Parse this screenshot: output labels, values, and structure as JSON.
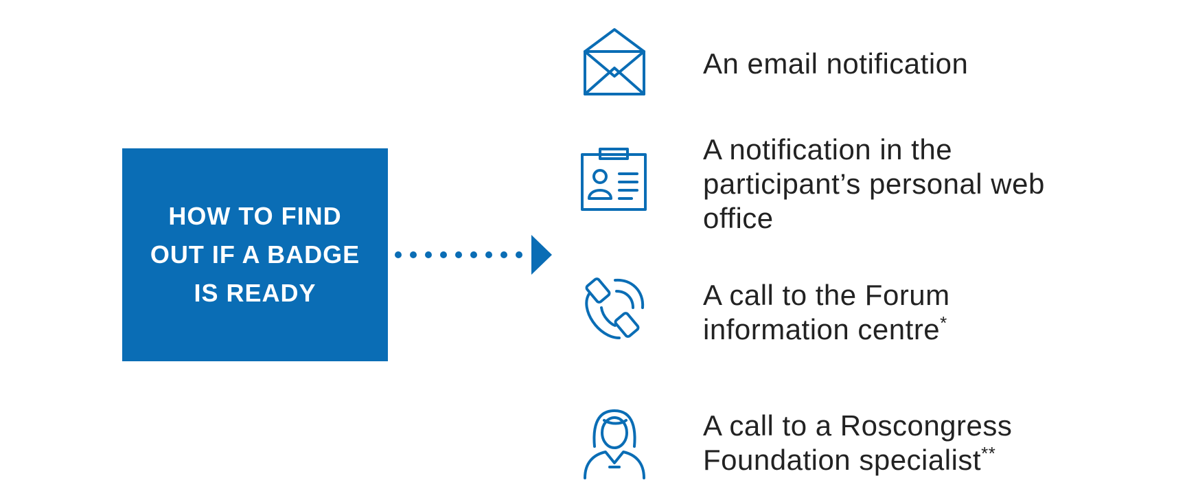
{
  "main_box": {
    "title": "HOW TO FIND OUT IF A BADGE IS READY"
  },
  "colors": {
    "accent": "#0a6db5",
    "text": "#222222",
    "background": "#ffffff"
  },
  "items": [
    {
      "icon": "envelope-icon",
      "text": "An email notification",
      "marker": ""
    },
    {
      "icon": "id-card-icon",
      "text": "A notification in the participant’s personal web office",
      "marker": ""
    },
    {
      "icon": "phone-icon",
      "text": "A call to the Forum information centre",
      "marker": "*"
    },
    {
      "icon": "specialist-icon",
      "text": "A call to a Roscongress Foundation specialist",
      "marker": "**"
    }
  ]
}
